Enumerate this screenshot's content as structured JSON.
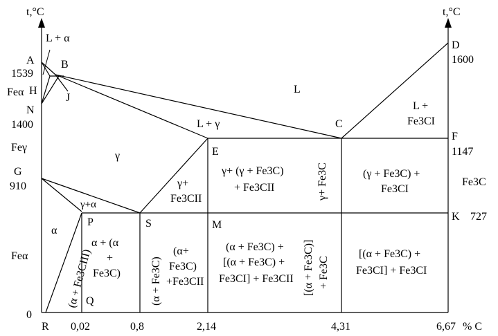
{
  "axes": {
    "left_title": "t,°C",
    "right_title": "t,°C",
    "x_unit": "% C",
    "x_ticks": [
      "0,02",
      "0,8",
      "2,14",
      "4,31",
      "6,67"
    ]
  },
  "points": {
    "A": "A",
    "B": "B",
    "H": "H",
    "J": "J",
    "N": "N",
    "G": "G",
    "P": "P",
    "Q": "Q",
    "S": "S",
    "E": "E",
    "C": "C",
    "D": "D",
    "F": "F",
    "K": "K",
    "M": "M",
    "R": "R"
  },
  "temperatures": {
    "t1539": "1539",
    "t1400": "1400",
    "t910": "910",
    "t0": "0",
    "t1600": "1600",
    "t1147": "1147",
    "t727": "727"
  },
  "phases": {
    "fe_alpha": "Feα",
    "fe_gamma": "Feγ",
    "fe_alpha_low": "Feα",
    "fe3c_right": "Fe3C",
    "l_alpha": "L + α",
    "l": "L",
    "l_gamma": "L + γ",
    "gamma": "γ",
    "gamma_alpha": "γ+α",
    "alpha": "α",
    "l_fe3c_1": "L +",
    "l_fe3c_2": "Fe3CI",
    "gamma_fe3c2_1": "γ+",
    "gamma_fe3c2_2": "Fe3CII",
    "e_region_1": "γ+ (γ + Fe3C)",
    "e_region_2": "+ Fe3CII",
    "c_vertical": "γ+ Fe3C",
    "f_region_1": "(γ + Fe3C) +",
    "f_region_2": "Fe3CI",
    "alpha_fe3c3": "(α + Fe3CIII)",
    "ps_1": "α + (α",
    "ps_2": "+",
    "ps_3": "Fe3C)",
    "s_vertical": "(α + Fe3C)",
    "s2_1": "(α+",
    "s2_2": "Fe3C)",
    "s2_3": "+Fe3CII",
    "m_1": "(α + Fe3C) +",
    "m_2": "[(α + Fe3C) +",
    "m_3": "Fe3CI] + Fe3CII",
    "c_low_1": "[(α + Fe3C)]",
    "c_low_2": "+ Fe3C",
    "r_1": "[(α + Fe3C) +",
    "r_2": "Fe3CI] + Fe3CI"
  }
}
